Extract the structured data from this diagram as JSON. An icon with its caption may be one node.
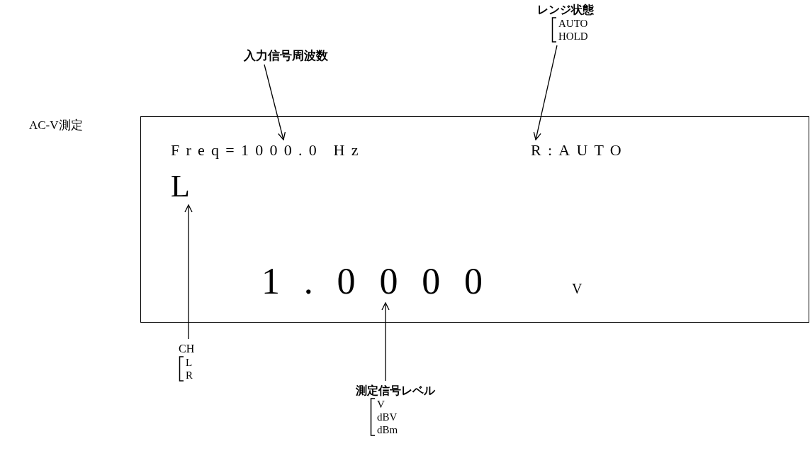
{
  "diagram": {
    "nodes": [
      {
        "text": [],
        "shape": "box"
      },
      {
        "text": [
          "Freq=1000.0 Hz"
        ],
        "in": 0
      },
      {
        "text": [
          "R:AUTO"
        ],
        "in": 0
      },
      {
        "text": [
          "L"
        ],
        "in": 0
      },
      {
        "text": [
          "1.0000"
        ],
        "in": 0
      },
      {
        "text": [
          "V"
        ],
        "in": 0
      },
      {
        "text": [
          "入力信号周波数"
        ]
      },
      {
        "text": [
          "レンジ状態",
          "AUTO",
          "HOLD"
        ]
      },
      {
        "text": [
          "CH",
          "L",
          "R"
        ]
      },
      {
        "text": [
          "測定信号レベル",
          "V",
          "dBV",
          "dBm"
        ]
      }
    ],
    "edges": [
      {
        "from": 6,
        "to": 1,
        "arrow": "to"
      },
      {
        "from": 7,
        "to": 2,
        "arrow": "to"
      },
      {
        "from": 8,
        "to": 3,
        "arrow": "to"
      },
      {
        "from": 9,
        "to": 4,
        "arrow": "to"
      }
    ],
    "labels": [
      "AC-V測定"
    ]
  }
}
